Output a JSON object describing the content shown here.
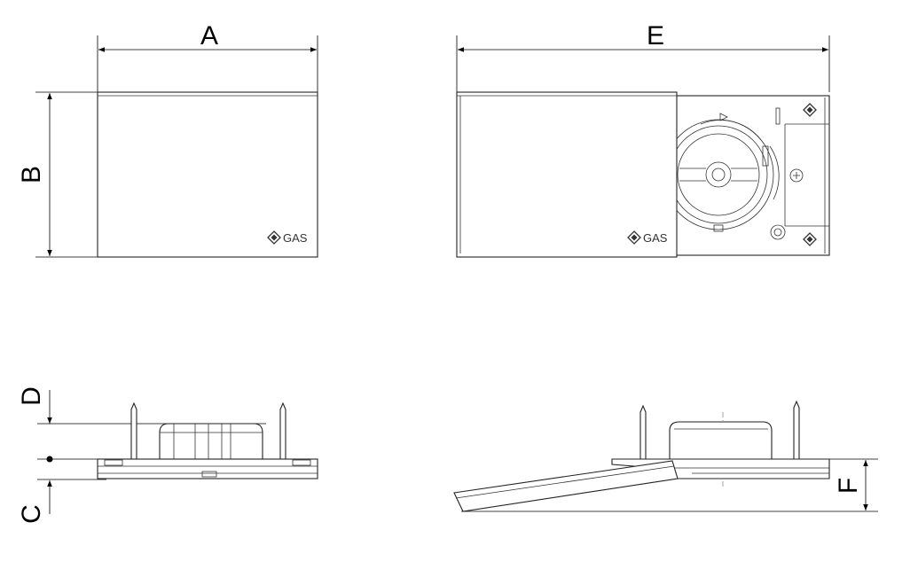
{
  "dimensions": {
    "a": "A",
    "b": "B",
    "c": "C",
    "d": "D",
    "e": "E",
    "f": "F"
  },
  "brand": {
    "text": "GAS",
    "icon": "diamond-logo-icon"
  }
}
